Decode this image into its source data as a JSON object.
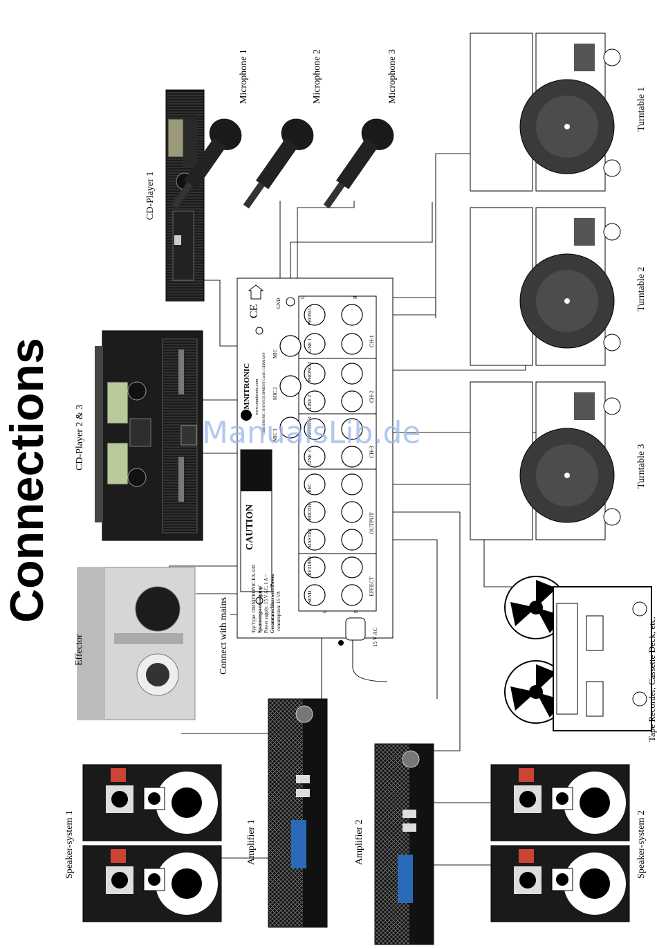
{
  "title": "Connections",
  "watermark": "ManualsLib.de",
  "devices": {
    "cd_player_1": "CD-Player 1",
    "cd_player_2_3": "CD-Player 2 & 3",
    "effector": "Effector",
    "mic_1": "Microphone 1",
    "mic_2": "Microphone 2",
    "mic_3": "Microphone 3",
    "turntable_1": "Turntable 1",
    "turntable_2": "Turntable 2",
    "turntable_3": "Turntable 3",
    "tape": "Tape Recorder, Cassette Deck, etc.",
    "speaker_1": "Speaker-system 1",
    "speaker_2": "Speaker-system 2",
    "amplifier_1": "Amplifier 1",
    "amplifier_2": "Amplifier 2",
    "mains": "Connect with mains"
  },
  "mixer": {
    "brand": "OMNITRONIC",
    "url": "www.omnitronic.com",
    "address": "OMNITRONIC SHOWEQUIPMENT GmbH, GERMANY",
    "caution": "CAUTION",
    "type_line": "Typ Type: OMNITRONIC EX-530",
    "supply_de": "Spannungsversorgung/",
    "supply_line": "Power supply: 15 V AC, 1 A ~",
    "power_de": "Gesamtanschlusswert/Power",
    "consumption": "consumption: 15 VA",
    "ac_label": "15 V AC",
    "gnd": "GND",
    "ce": "CE",
    "left": "L",
    "right": "R",
    "groups": [
      "CH-1",
      "CH-2",
      "CH-3",
      "OUTPUT",
      "EFFECT"
    ],
    "inputs_row": [
      "PHONO 1",
      "LINE 1",
      "PHONO 2",
      "LINE 2",
      "PHONO 3",
      "LINE 3",
      "REC",
      "BOOTH",
      "MASTER",
      "RETURN",
      "SEND"
    ],
    "mic_row": [
      "MIC",
      "MIC 2",
      "MIC 3"
    ]
  }
}
